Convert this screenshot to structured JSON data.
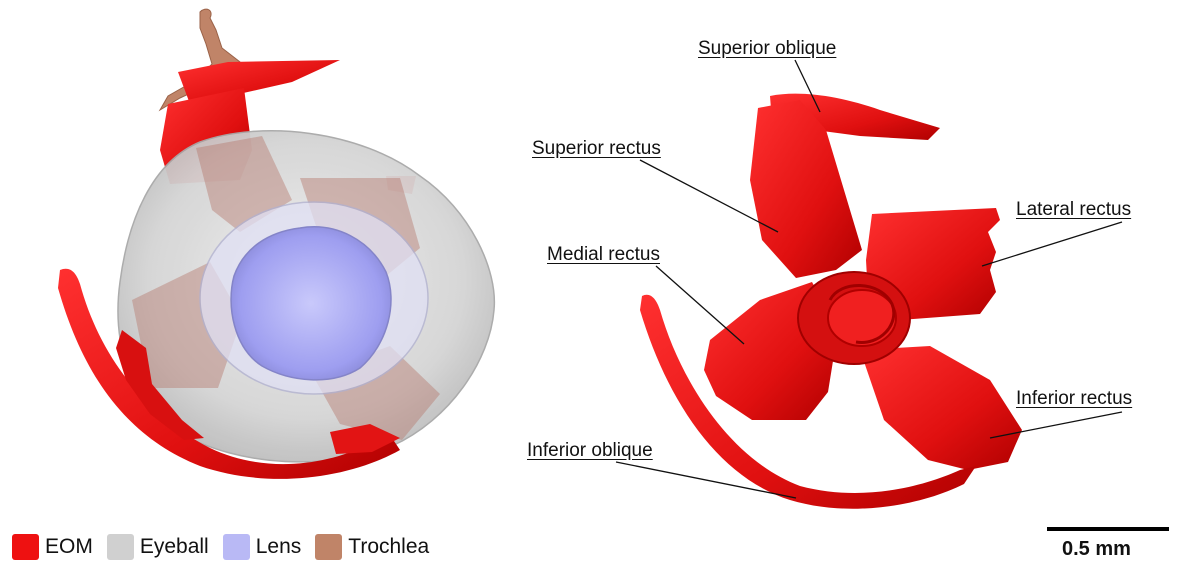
{
  "labels": {
    "superior_oblique": "Superior oblique",
    "superior_rectus": "Superior rectus",
    "lateral_rectus": "Lateral rectus",
    "medial_rectus": "Medial rectus",
    "inferior_rectus": "Inferior rectus",
    "inferior_oblique": "Inferior oblique"
  },
  "legend": {
    "items": [
      {
        "label": "EOM",
        "color": "#ee1111"
      },
      {
        "label": "Eyeball",
        "color": "#d0d0d0"
      },
      {
        "label": "Lens",
        "color": "#b9b9f5"
      },
      {
        "label": "Trochlea",
        "color": "#c08468"
      }
    ]
  },
  "scale": {
    "label": "0.5 mm"
  }
}
